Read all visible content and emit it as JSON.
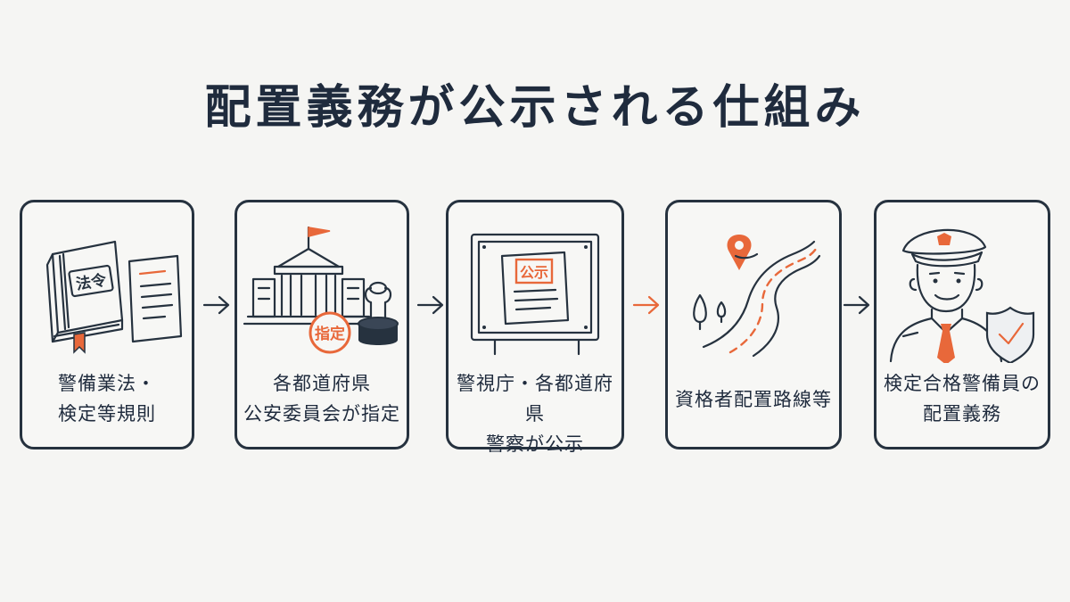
{
  "title": "配置義務が公示される仕組み",
  "colors": {
    "accent": "#e8683a",
    "ink": "#26323f",
    "background": "#f5f5f3"
  },
  "steps": [
    {
      "icon": "law-book-icon",
      "badge": "法令",
      "lines": [
        "警備業法・",
        "検定等規則"
      ]
    },
    {
      "icon": "government-building-icon",
      "badge": "指定",
      "lines": [
        "各都道府県",
        "公安委員会が指定"
      ]
    },
    {
      "icon": "notice-board-icon",
      "badge": "公示",
      "lines": [
        "警視庁・各都道府県",
        "警察が公示"
      ]
    },
    {
      "icon": "road-route-icon",
      "lines": [
        "資格者配置路線等"
      ]
    },
    {
      "icon": "security-guard-icon",
      "lines": [
        "検定合格警備員の",
        "配置義務"
      ]
    }
  ]
}
